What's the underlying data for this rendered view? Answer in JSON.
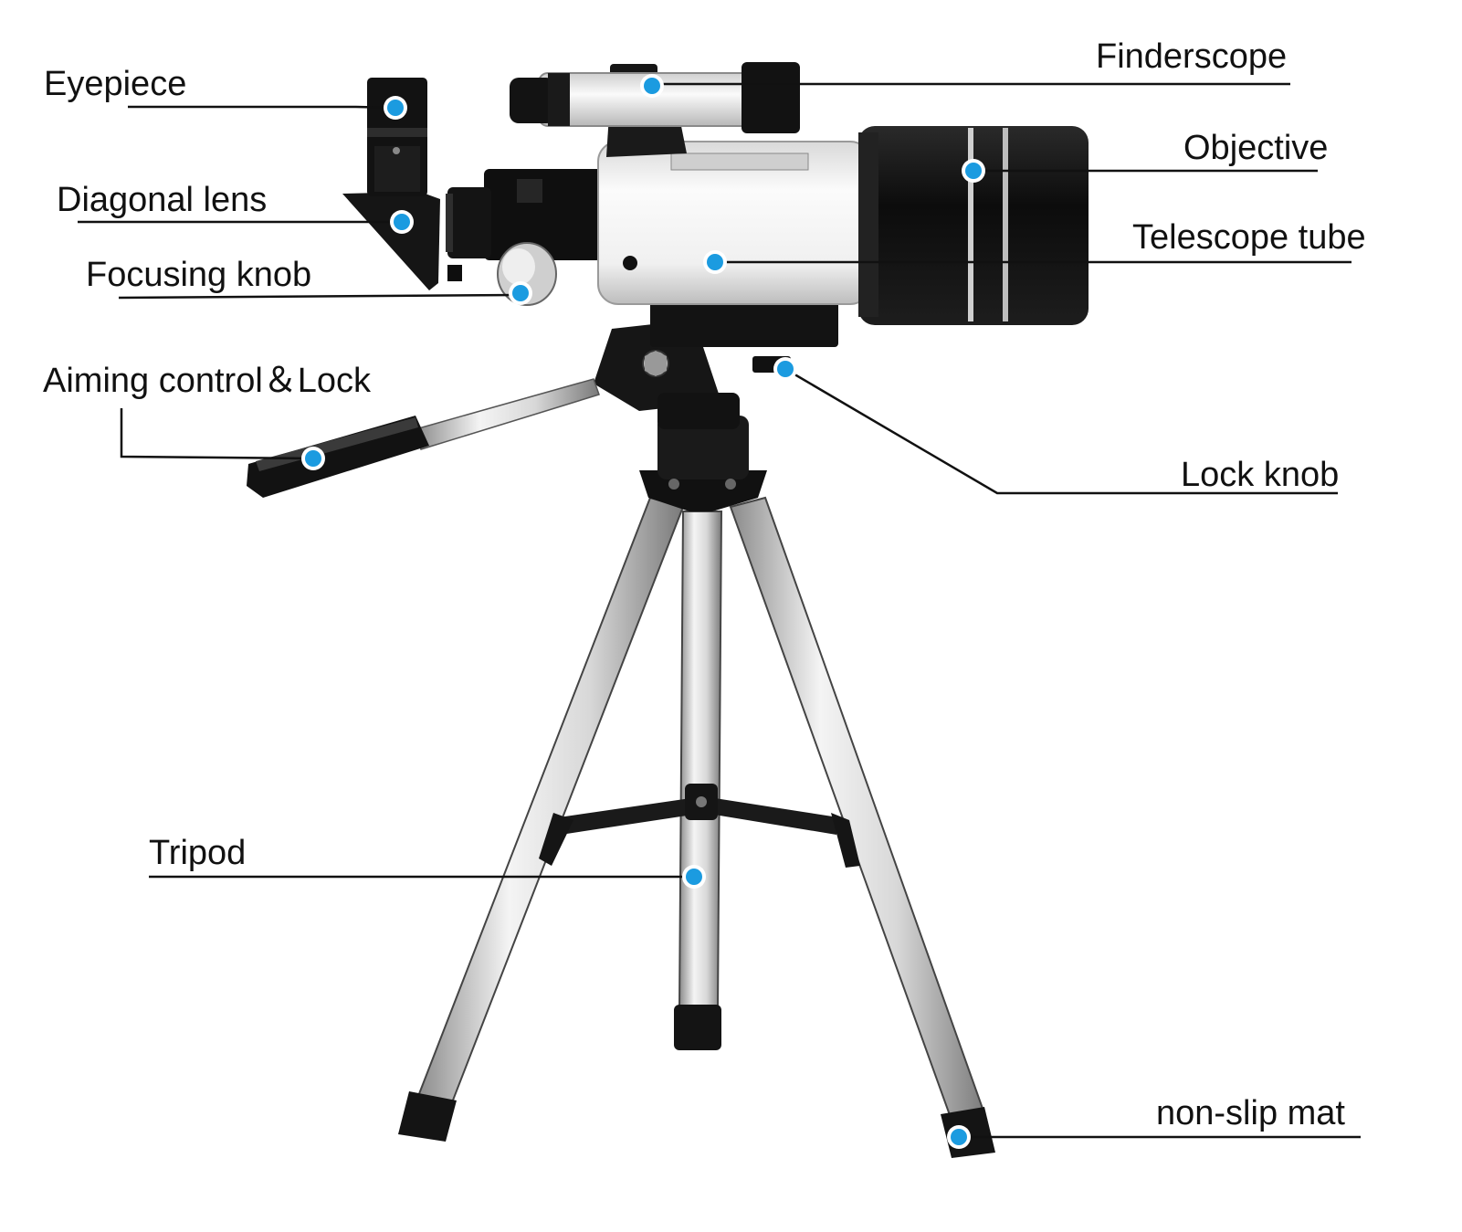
{
  "colors": {
    "background": "#ffffff",
    "leader_line": "#111111",
    "marker_dot": "#1b9be0",
    "marker_ring": "#ffffff",
    "silver_metal": "#dcdcdc",
    "white_body": "#f3f3f3",
    "black_parts": "#111111"
  },
  "labels": {
    "eyepiece": "Eyepiece",
    "finderscope": "Finderscope",
    "objective": "Objective",
    "diagonal_lens": "Diagonal lens",
    "telescope_tube": "Telescope tube",
    "focusing_knob": "Focusing knob",
    "aiming_control_lock": "Aiming control＆Lock",
    "lock_knob": "Lock knob",
    "tripod": "Tripod",
    "non_slip_mat": "non-slip mat"
  },
  "icons": {
    "marker": "blue-dot-icon"
  }
}
